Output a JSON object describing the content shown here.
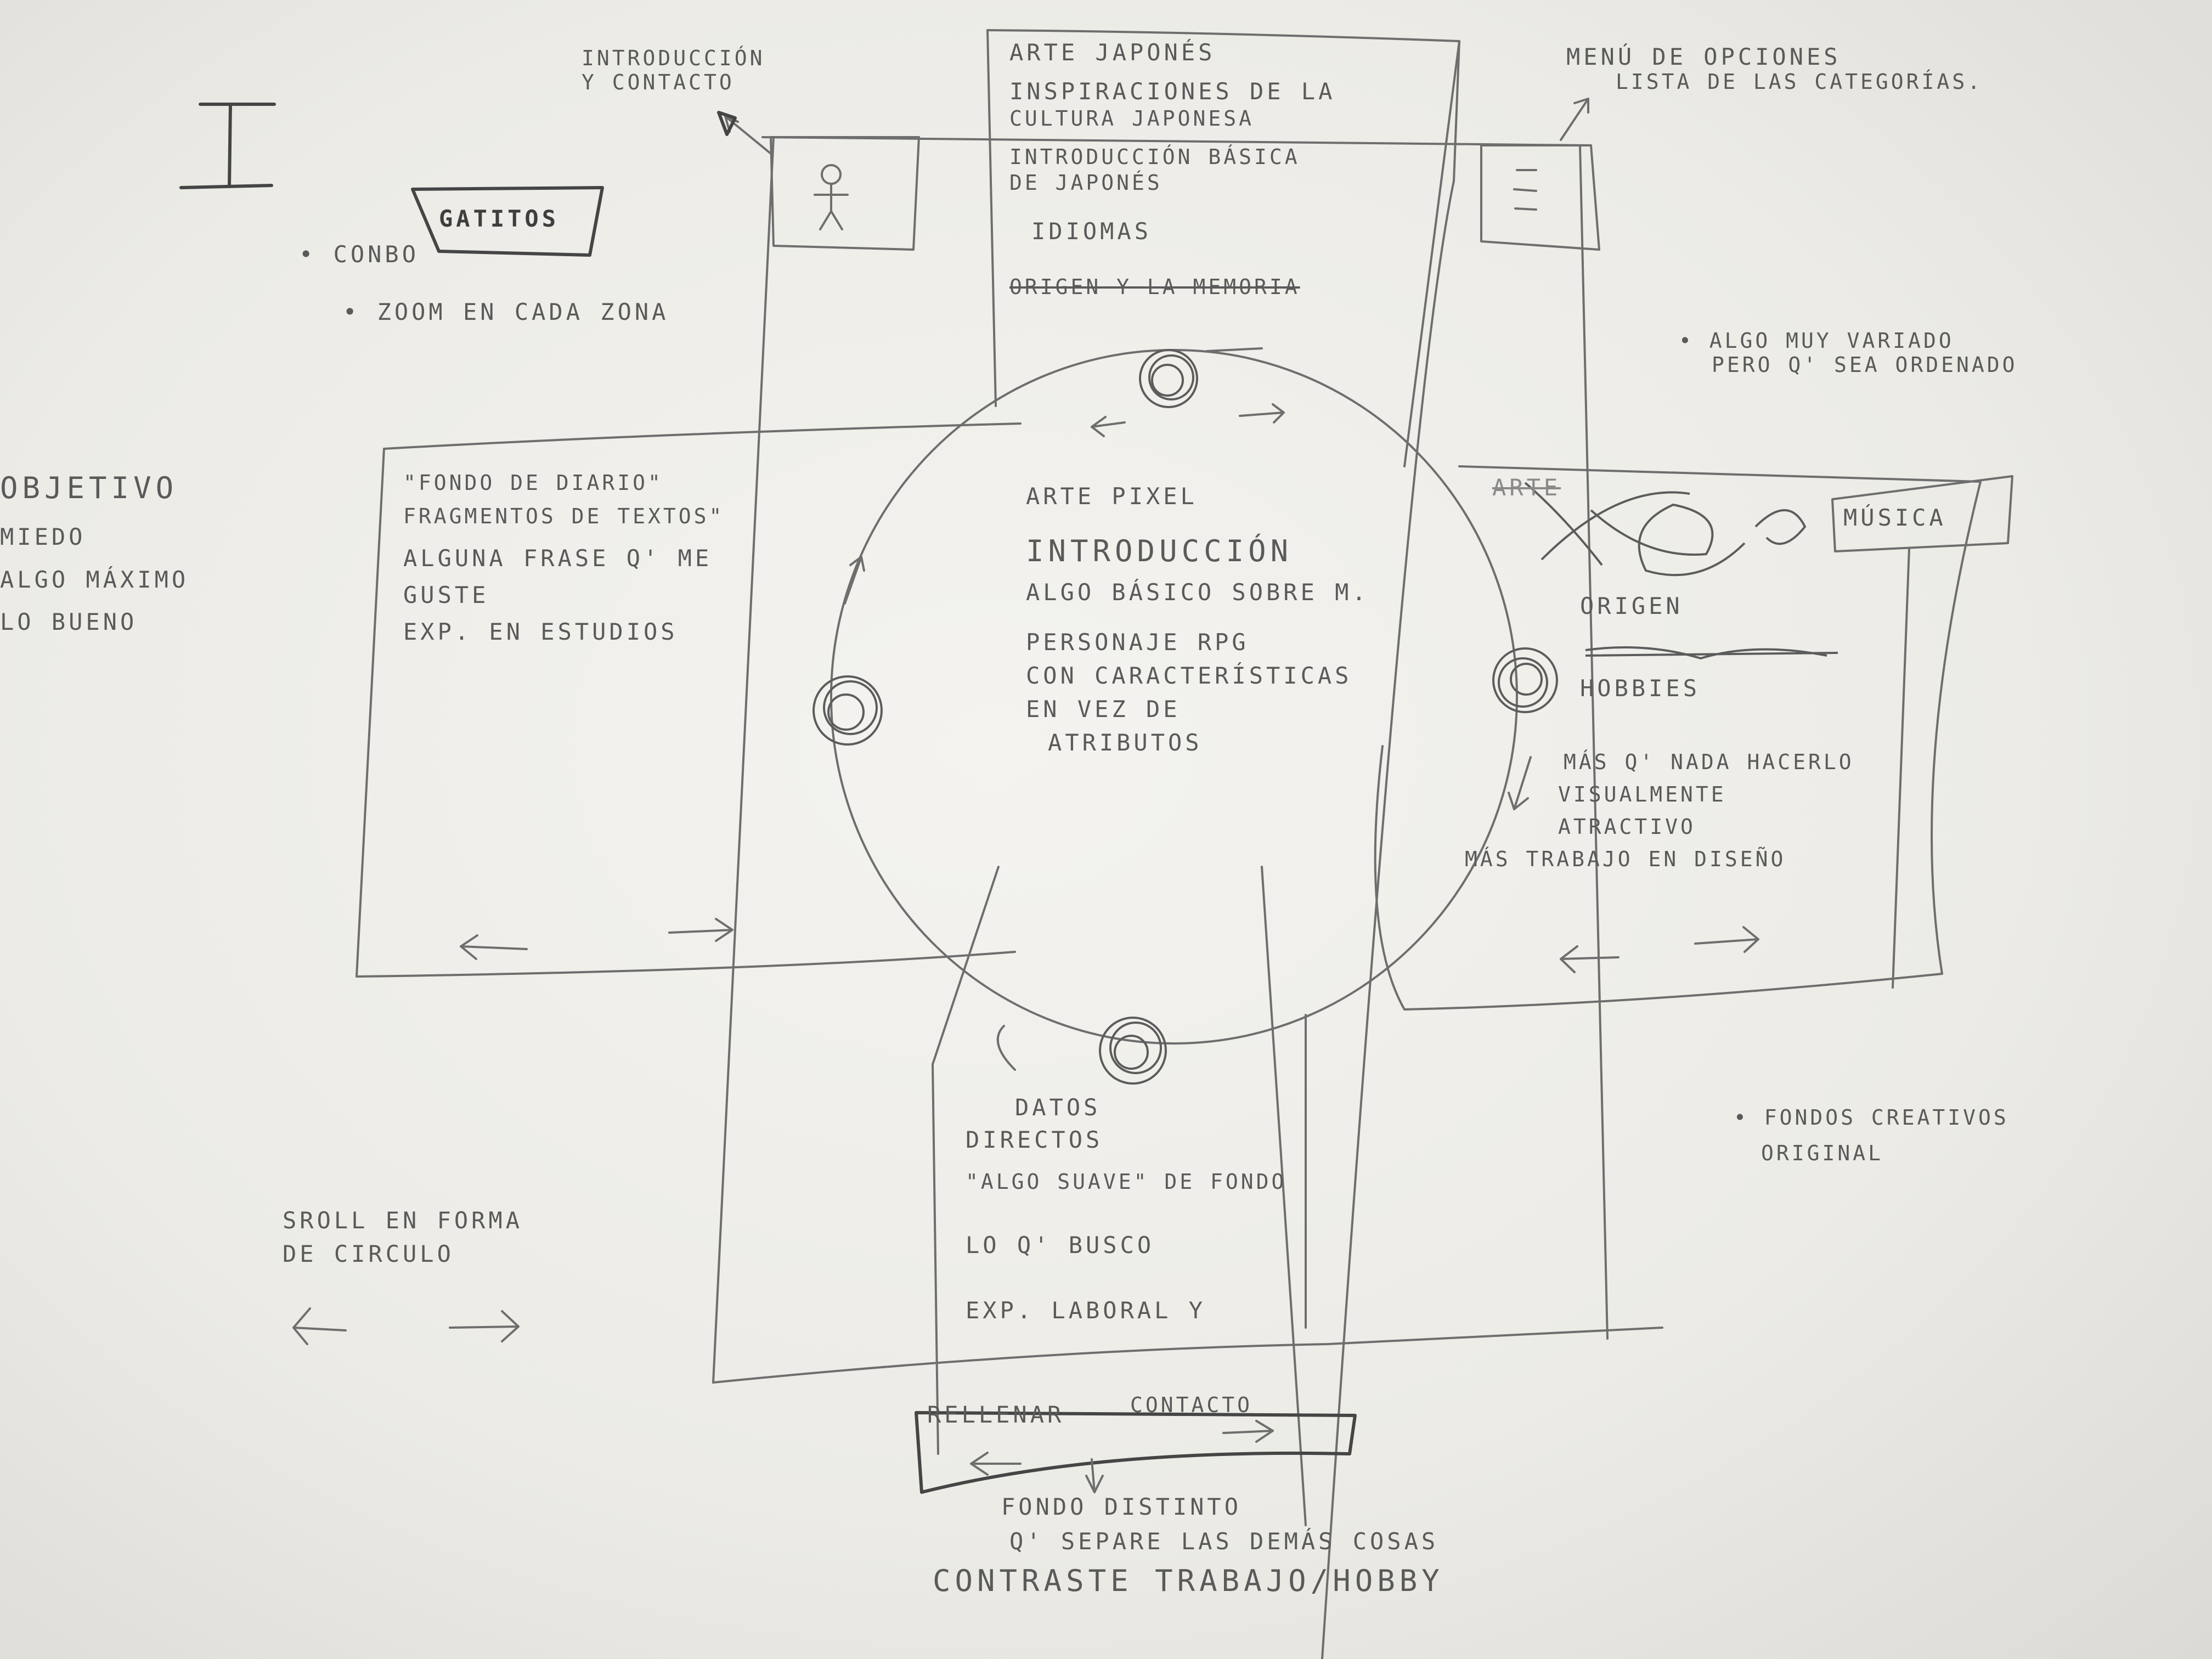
{
  "section": {
    "number": "I"
  },
  "top_left": {
    "intro_annotation": [
      "Introducción",
      "y contacto"
    ],
    "button_label": "Gatitos",
    "bullets": [
      "• Conbo",
      "• Zoom en cada zona"
    ]
  },
  "top_right": {
    "menu_annotation": [
      "Menú de opciones",
      "lista de las categorías."
    ],
    "note": [
      "• Algo muy variado",
      "pero q' sea ordenado"
    ]
  },
  "left_edge": [
    "Objetivo",
    "miedo",
    "algo máximo",
    "lo bueno"
  ],
  "panel_top": {
    "lines": [
      "Arte japonés",
      "Inspiraciones de la",
      "cultura japonesa",
      "Introducción básica",
      "de japonés",
      "Idiomas"
    ],
    "struck_line": "Origen y la memoria"
  },
  "panel_left": {
    "lines": [
      "\"Fondo de diario\"",
      "fragmentos de textos\"",
      "Alguna frase q' me",
      "guste",
      "Exp. en estudios"
    ]
  },
  "panel_center": {
    "lines": [
      "Arte pixel",
      "Introducción",
      "Algo básico sobre m.",
      "Personaje RPG",
      "con características",
      "en vez de",
      "atributos"
    ]
  },
  "panel_right": {
    "struck_tab": "Arte",
    "tab_label": "Música",
    "lines": [
      "Origen",
      "Hobbies"
    ],
    "notes": [
      "Más q' nada hacerlo",
      "visualmente",
      "atractivo",
      "Más trabajo en diseño"
    ]
  },
  "panel_bottom": {
    "lines": [
      "Datos",
      "directos",
      "\"Algo suave\" de fondo",
      "Lo q' busco",
      "Exp. laboral y"
    ],
    "footer_labels": [
      "Rellenar",
      "contacto"
    ]
  },
  "bottom_left": {
    "lines": [
      "Sroll en forma",
      "de circulo"
    ]
  },
  "bottom_right": {
    "lines": [
      "• Fondos creativos",
      "original"
    ]
  },
  "bottom_center": {
    "lines": [
      "Fondo distinto",
      "q' separe las demás cosas",
      "contraste trabajo/hobby"
    ]
  }
}
